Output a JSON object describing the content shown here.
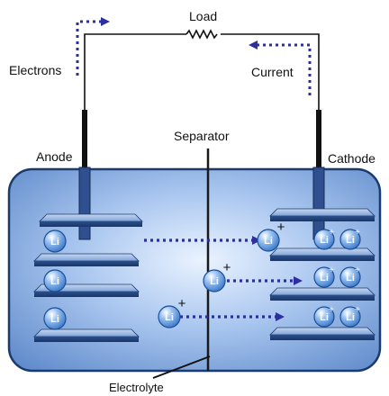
{
  "labels": {
    "load": "Load",
    "electrons": "Electrons",
    "current": "Current",
    "separator": "Separator",
    "anode": "Anode",
    "cathode": "Cathode",
    "electrolyte": "Electrolyte"
  },
  "ion": {
    "symbol": "Li",
    "charge": "+"
  },
  "colors": {
    "wire": "#111111",
    "arrow": "#2d2f9e",
    "cell_fill": "#6c98d6",
    "cell_stroke": "#1b3a6e",
    "electrode": "#2f4f8f",
    "plate": "#3d69ad",
    "ion": "#3f7fd0"
  }
}
